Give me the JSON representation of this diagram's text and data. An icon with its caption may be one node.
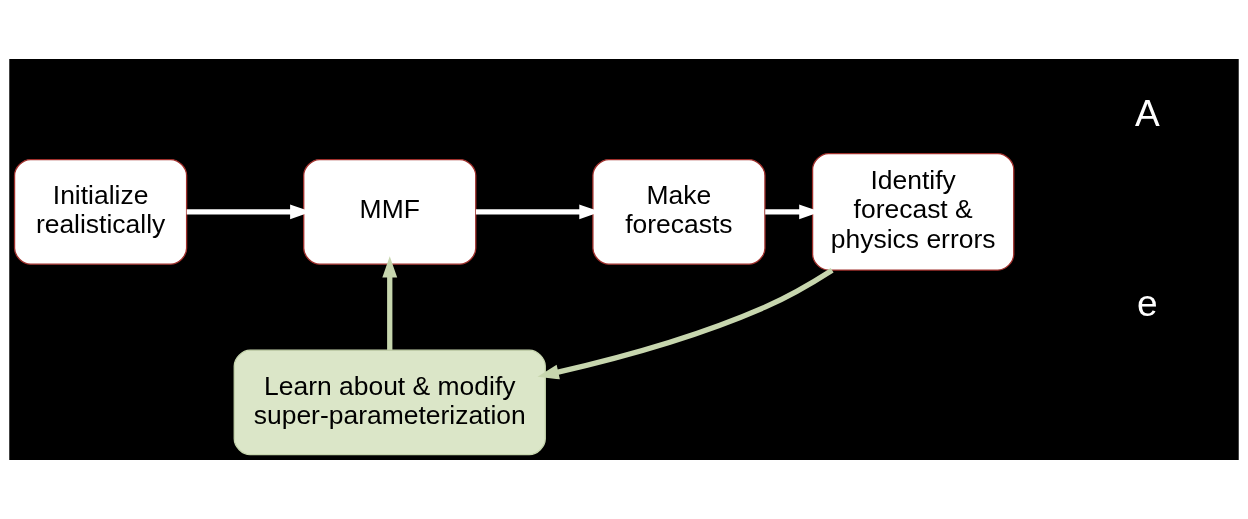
{
  "diagram": {
    "nodes": [
      {
        "text": [
          "Initialize realistically"
        ]
      },
      {
        "text": [
          "MMF"
        ]
      },
      {
        "text": [
          "Make forecasts"
        ]
      },
      {
        "text": [
          "Identify forecast & physics errors"
        ]
      },
      {
        "text": [
          "Learn about & modify super-parameterization"
        ]
      }
    ],
    "edges": [
      {
        "from": 0,
        "to": 1,
        "arrow": "to"
      },
      {
        "from": 1,
        "to": 2,
        "arrow": "to"
      },
      {
        "from": 2,
        "to": 3,
        "arrow": "to"
      },
      {
        "from": 3,
        "to": 4,
        "arrow": "to",
        "color": "#c7d6ae"
      },
      {
        "from": 4,
        "to": 1,
        "arrow": "to",
        "color": "#c7d6ae"
      }
    ],
    "labels": [
      "A",
      "e"
    ]
  }
}
